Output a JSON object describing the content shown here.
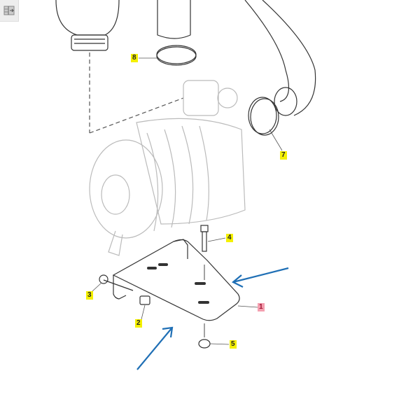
{
  "toolbar": {
    "icon": "split-view-icon"
  },
  "callouts": {
    "c1": "1",
    "c2": "2",
    "c3": "3",
    "c4": "4",
    "c5": "5",
    "c7": "7",
    "c8": "8"
  },
  "colors": {
    "highlight": "#f4f000",
    "part_highlight": "#f4a0b0",
    "arrow": "#1f6fb5"
  }
}
